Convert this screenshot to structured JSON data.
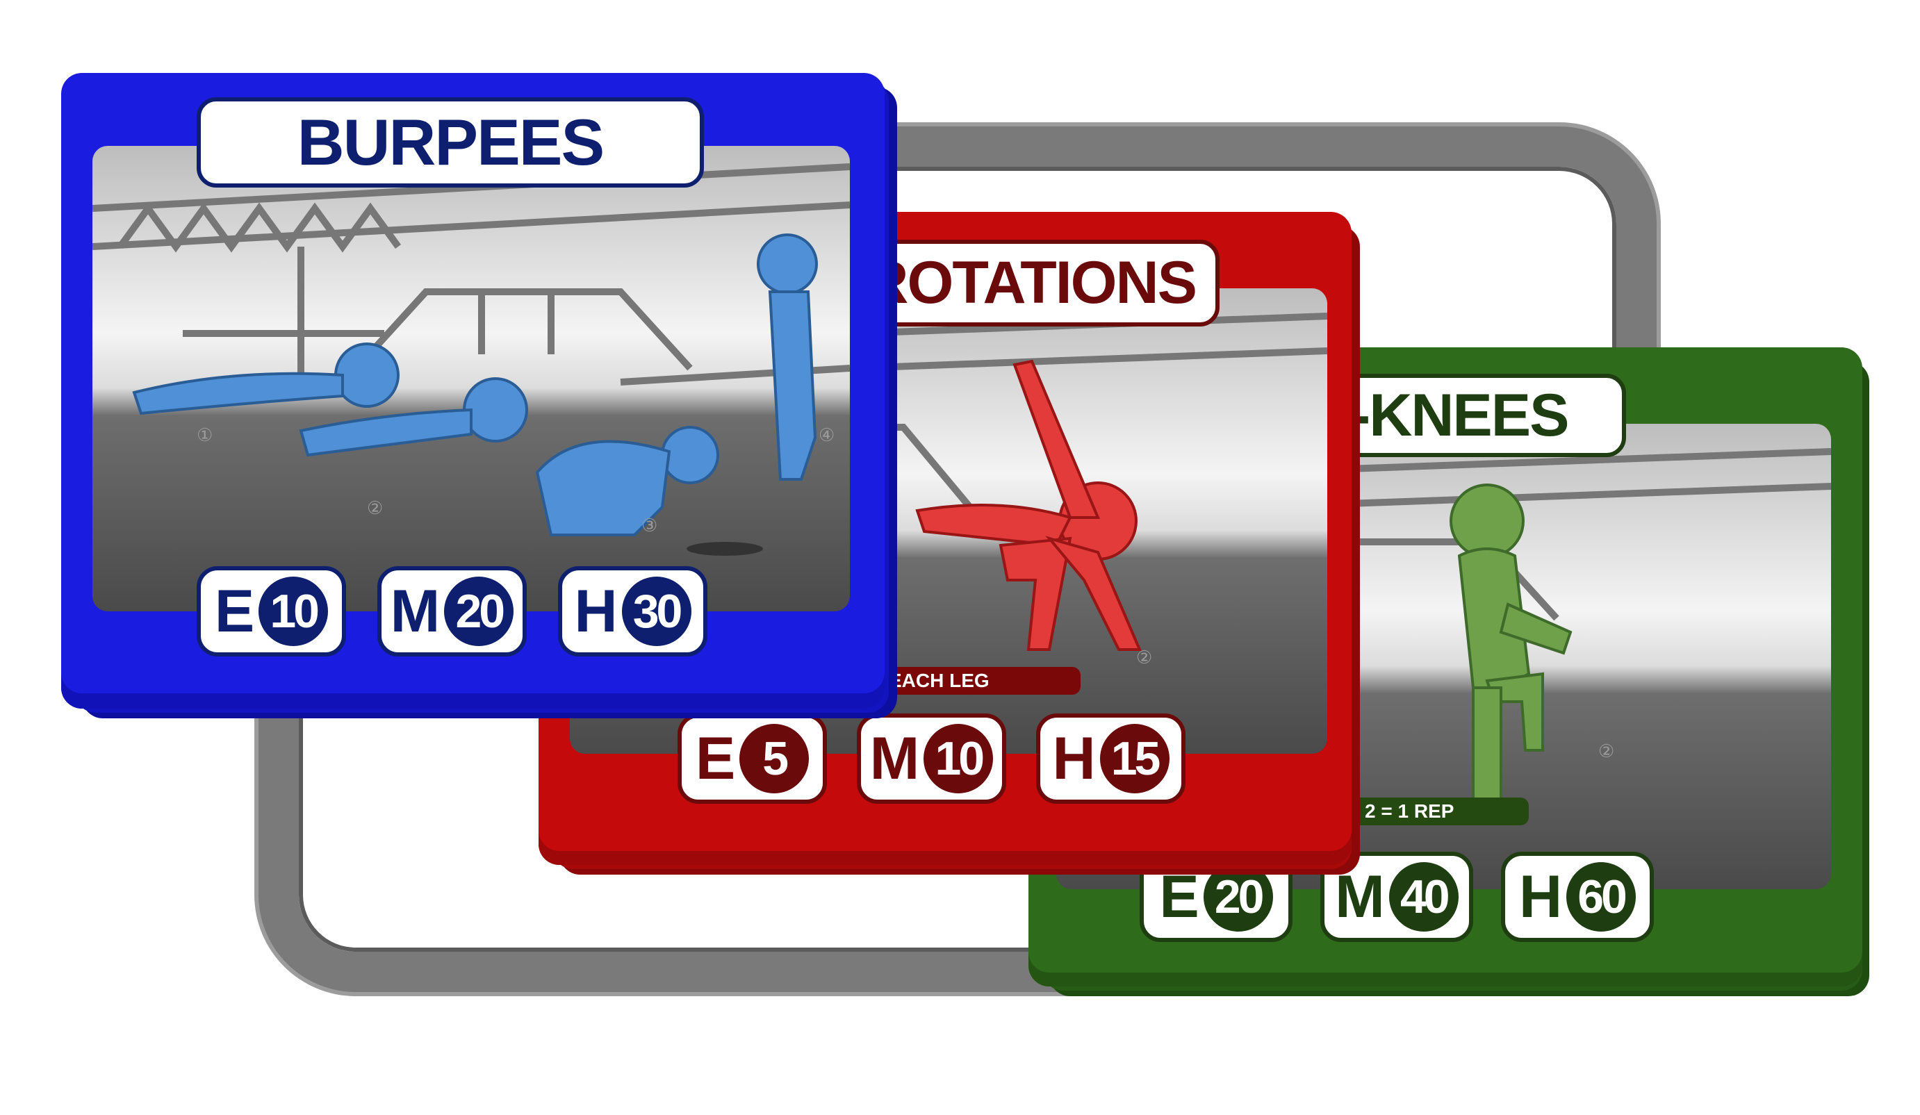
{
  "cards": {
    "blue": {
      "title": "BURPEES",
      "colors": {
        "main": "#1a1ce0",
        "edge": "#0c0ea0",
        "text": "#0d1f6e",
        "figure": "#4f90d6"
      },
      "steps": [
        "①",
        "②",
        "③",
        "④"
      ],
      "levels": [
        {
          "letter": "E",
          "count": "10"
        },
        {
          "letter": "M",
          "count": "20"
        },
        {
          "letter": "H",
          "count": "30"
        }
      ]
    },
    "red": {
      "title": "E ROTATIONS",
      "colors": {
        "main": "#c40a0a",
        "edge": "#8c0707",
        "text": "#6b0a0a",
        "figure": "#e33a3a"
      },
      "steps": [
        "②"
      ],
      "note": "EACH LEG",
      "levels": [
        {
          "letter": "E",
          "count": "5"
        },
        {
          "letter": "M",
          "count": "10"
        },
        {
          "letter": "H",
          "count": "15"
        }
      ]
    },
    "green": {
      "title": "H-KNEES",
      "colors": {
        "main": "#2e6b1a",
        "edge": "#1f4d10",
        "text": "#1e3d10",
        "figure": "#6fa04a"
      },
      "steps": [
        "②"
      ],
      "note": "2 = 1 REP",
      "levels": [
        {
          "letter": "E",
          "count": "20"
        },
        {
          "letter": "M",
          "count": "40"
        },
        {
          "letter": "H",
          "count": "60"
        }
      ]
    }
  }
}
